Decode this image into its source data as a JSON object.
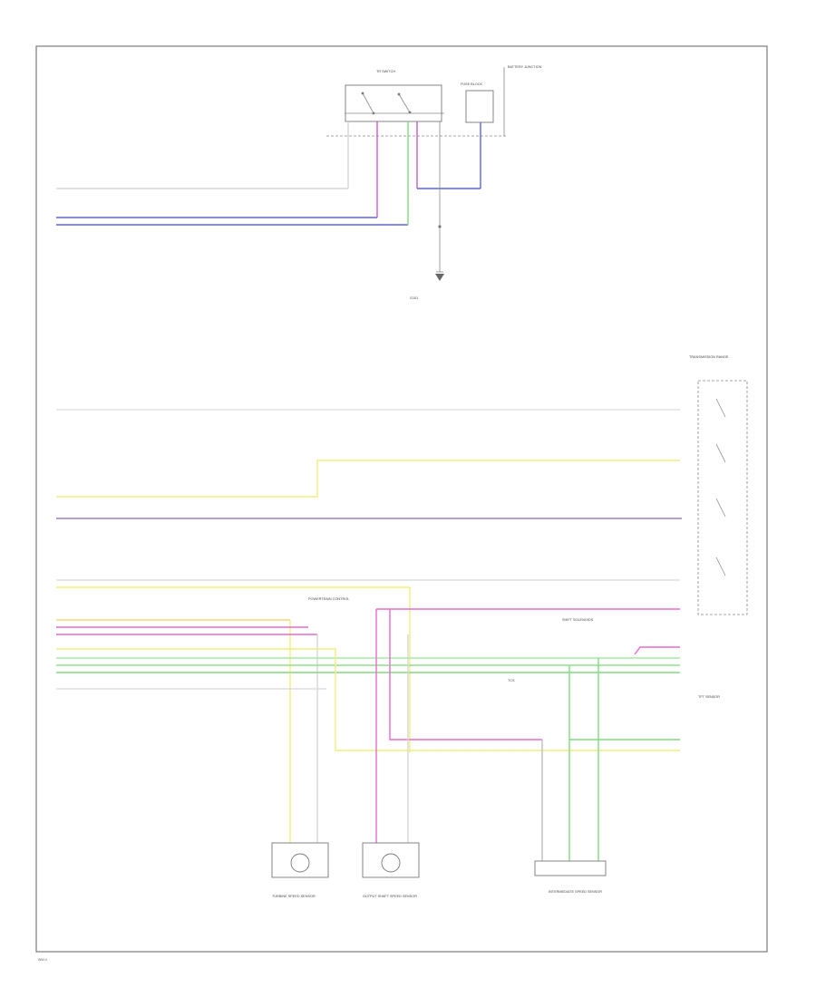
{
  "colors": {
    "white_wire": "#d8d8d8",
    "blue_wire": "#5b63e8",
    "green_wire": "#7fdc7f",
    "violet_wire": "#c65ad0",
    "yellow_wire": "#f2ef78",
    "orange_wire": "#f5d27a",
    "pink_wire": "#e86ad0",
    "frame": "#7a7a7a"
  },
  "icons": [
    "switch-icon",
    "ground-icon",
    "sensor-icon",
    "splice-icon"
  ],
  "page_ref": "WW:4",
  "components": {
    "tr_switch": "TR SWITCH",
    "fuse_block": "FUSE BLOCK",
    "battery_junction": "BATTERY JUNCTION",
    "ground": "G101",
    "pcm": "POWERTRAIN CONTROL",
    "shift_solenoids": "SHIFT SOLENOIDS",
    "tss_sensor": "TURBINE SPEED SENSOR",
    "oss_sensor": "OUTPUT SHAFT SPEED SENSOR",
    "ip_sensor": "INTERMEDIATE SPEED SENSOR",
    "tcs": "TCS",
    "tft_sensor": "TFT SENSOR",
    "transmission_range": "TRANSMISSION RANGE"
  }
}
